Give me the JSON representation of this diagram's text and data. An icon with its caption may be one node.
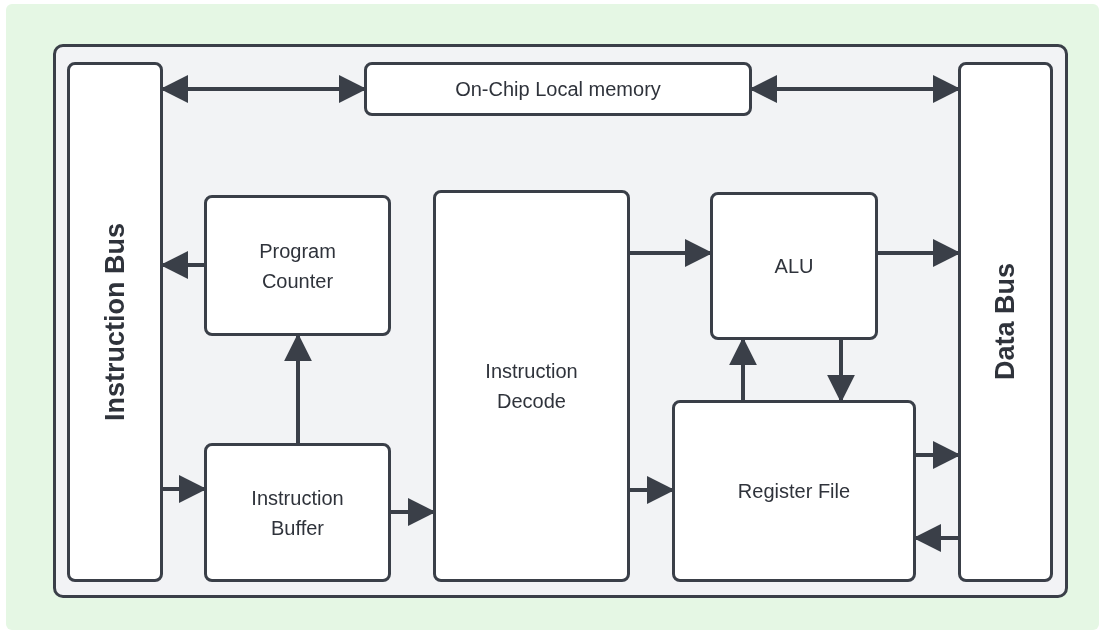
{
  "diagram": {
    "nodes": [
      {
        "text": [],
        "shape": "box"
      },
      {
        "text": [
          "On-Chip Local memory"
        ],
        "in": 0
      },
      {
        "text": [
          "Instruction Bus"
        ],
        "in": 0
      },
      {
        "text": [
          "Program Counter"
        ],
        "in": 0
      },
      {
        "text": [
          "Instruction Decode"
        ],
        "in": 0
      },
      {
        "text": [
          "ALU"
        ],
        "in": 0
      },
      {
        "text": [
          "Data Bus"
        ],
        "in": 0
      },
      {
        "text": [
          "Instruction Buffer"
        ],
        "in": 0
      },
      {
        "text": [
          "Register File"
        ],
        "in": 0
      }
    ],
    "edges": [
      {
        "from": 1,
        "to": 2,
        "arrow": "both"
      },
      {
        "from": 1,
        "to": 6,
        "arrow": "both"
      },
      {
        "from": 3,
        "to": 2,
        "arrow": "to"
      },
      {
        "from": 2,
        "to": 7,
        "arrow": "to"
      },
      {
        "from": 7,
        "to": 3,
        "arrow": "to"
      },
      {
        "from": 7,
        "to": 4,
        "arrow": "to"
      },
      {
        "from": 4,
        "to": 5,
        "arrow": "to"
      },
      {
        "from": 4,
        "to": 8,
        "arrow": "to"
      },
      {
        "from": 5,
        "to": 6,
        "arrow": "to"
      },
      {
        "from": 8,
        "to": 5,
        "arrow": "to"
      },
      {
        "from": 5,
        "to": 8,
        "arrow": "to"
      },
      {
        "from": 8,
        "to": 6,
        "arrow": "to"
      },
      {
        "from": 6,
        "to": 8,
        "arrow": "to"
      }
    ]
  }
}
